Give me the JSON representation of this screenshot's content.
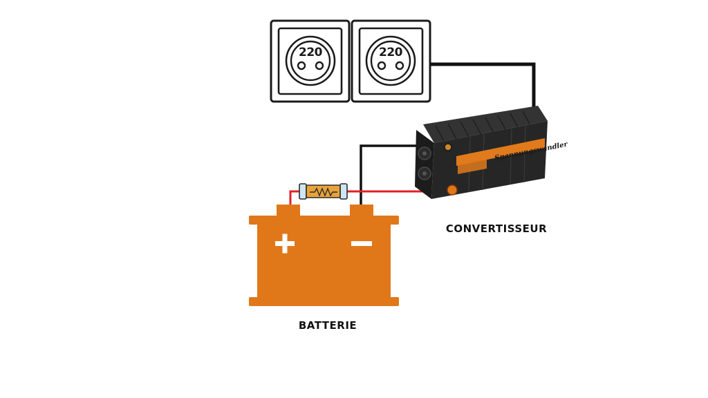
{
  "sockets": [
    {
      "label": "220"
    },
    {
      "label": "220"
    }
  ],
  "inverter": {
    "brand_text": "Spannungswandler",
    "caption": "CONVERTISSEUR"
  },
  "battery": {
    "plus_symbol": "+",
    "minus_symbol": "−",
    "caption": "BATTERIE"
  },
  "colors": {
    "battery": "#e0781a",
    "positive_wire": "#e11f26",
    "negative_wire": "#111111",
    "inverter_body": "#262626",
    "inverter_accent": "#e07a1c",
    "fuse": "#e8a33a"
  }
}
